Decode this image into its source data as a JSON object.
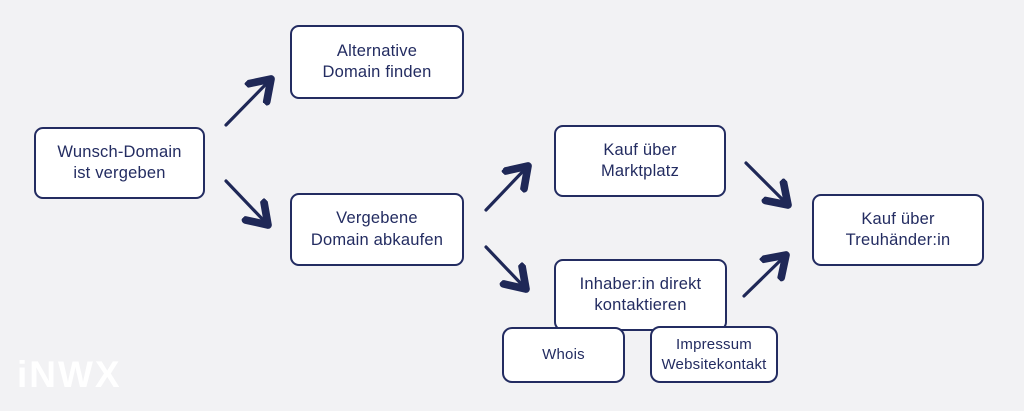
{
  "palette": {
    "background": "#f2f2f4",
    "node_fill": "#ffffff",
    "node_border": "#232c61",
    "text": "#232c61",
    "arrow": "#1f2857",
    "logo": "#ffffff"
  },
  "nodes": {
    "wunsch": {
      "label": "Wunsch-Domain\nist vergeben"
    },
    "alternative": {
      "label": "Alternative\nDomain finden"
    },
    "vergebene": {
      "label": "Vergebene\nDomain abkaufen"
    },
    "marktplatz": {
      "label": "Kauf über\nMarktplatz"
    },
    "inhaber": {
      "label": "Inhaber:in direkt\nkontaktieren"
    },
    "treuhaender": {
      "label": "Kauf über\nTreuhänder:in"
    },
    "whois": {
      "label": "Whois"
    },
    "impressum": {
      "label": "Impressum\nWebsitekontakt"
    }
  },
  "edges": [
    {
      "from": "wunsch",
      "to": "alternative",
      "style": "arrow"
    },
    {
      "from": "wunsch",
      "to": "vergebene",
      "style": "arrow"
    },
    {
      "from": "vergebene",
      "to": "marktplatz",
      "style": "arrow"
    },
    {
      "from": "vergebene",
      "to": "inhaber",
      "style": "arrow"
    },
    {
      "from": "marktplatz",
      "to": "treuhaender",
      "style": "arrow"
    },
    {
      "from": "inhaber",
      "to": "treuhaender",
      "style": "arrow"
    },
    {
      "from": "inhaber",
      "to": "whois",
      "style": "attached"
    },
    {
      "from": "inhaber",
      "to": "impressum",
      "style": "attached"
    }
  ],
  "logo": {
    "text": "iNWX"
  }
}
